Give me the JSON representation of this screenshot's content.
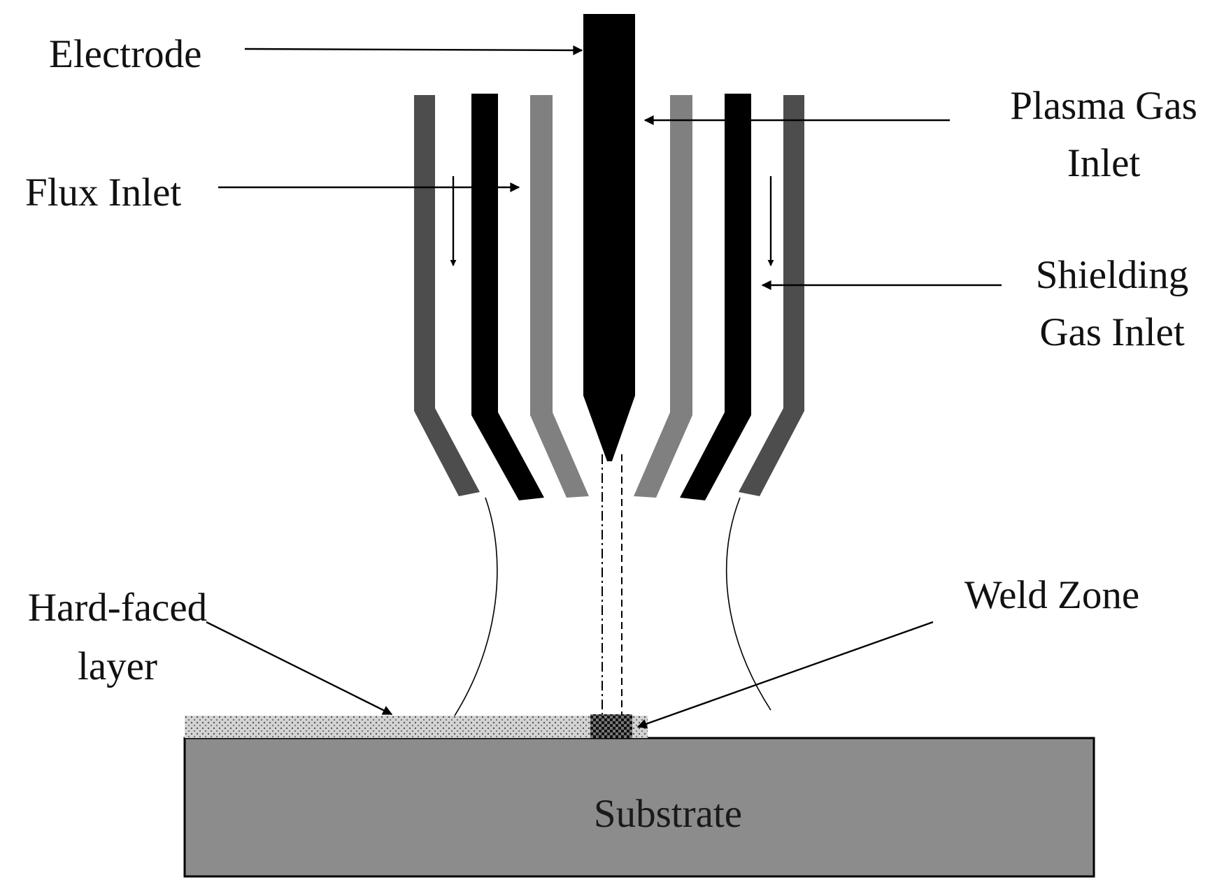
{
  "labels": {
    "electrode": "Electrode",
    "plasma_gas_line1": "Plasma Gas",
    "plasma_gas_line2": "Inlet",
    "flux_inlet": "Flux Inlet",
    "shielding_gas_line1": "Shielding",
    "shielding_gas_line2": "Gas Inlet",
    "weld_zone": "Weld Zone",
    "hard_faced_line1": "Hard-faced",
    "hard_faced_line2": "layer",
    "substrate": "Substrate"
  },
  "colors": {
    "electrode": "#000000",
    "inner_nozzle": "#808080",
    "middle_nozzle": "#000000",
    "outer_nozzle": "#4d4d4d",
    "substrate_fill": "#8c8c8c",
    "hard_faced_layer": "#cfcfcf",
    "weld_zone": "#1a1a1a"
  }
}
